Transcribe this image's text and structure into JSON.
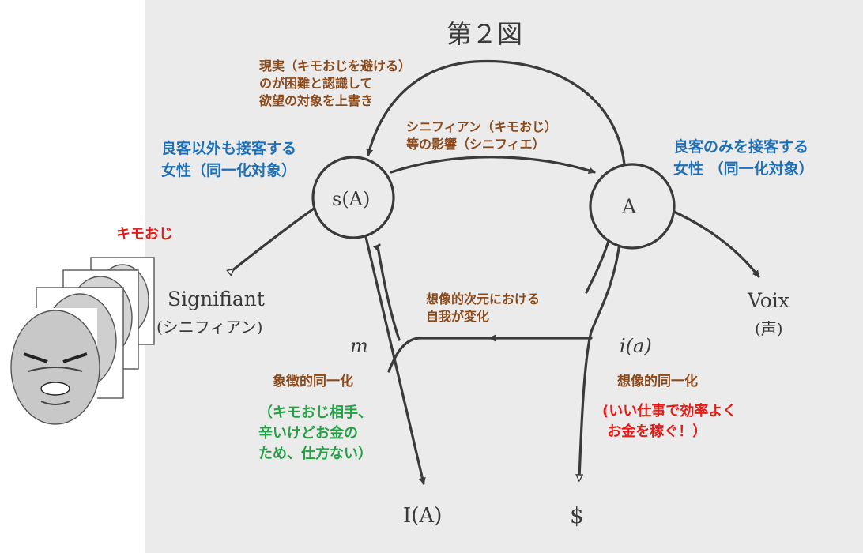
{
  "figure": {
    "title": "第２図",
    "nodes": {
      "sA": "s(A)",
      "A": "A",
      "IA": "I(A)",
      "S_barred": "$"
    },
    "signifiant": {
      "label": "Signifiant",
      "sub": "(シニフィアン)"
    },
    "voix": {
      "label": "Voix",
      "sub": "(声)"
    },
    "m_label": "m",
    "ia_label": "i(a)"
  },
  "annotations": {
    "reality": [
      "現実（キモおじを避ける）",
      "のが困難と認識して",
      "欲望の対象を上書き"
    ],
    "signifier_effect": [
      "シニフィアン（キモおじ）",
      "等の影響（シニフィエ）"
    ],
    "left_woman": [
      "良客以外も接客する",
      "女性（同一化対象）"
    ],
    "right_woman": [
      "良客のみを接客する",
      "女性 （同一化対象）"
    ],
    "kimo_oji": "キモおじ",
    "ego_change": [
      "想像的次元における",
      "自我が変化"
    ],
    "symbolic": "象徴的同一化",
    "symbolic_note": [
      "（キモおじ相手、",
      "辛いけどお金の",
      "ため、仕方ない）"
    ],
    "imaginary": "想像的同一化",
    "imaginary_note": [
      "(いい仕事で効率よく",
      " お金を稼ぐ！）"
    ]
  },
  "colors": {
    "brown": "#8a4a1c",
    "blue": "#1f6fb5",
    "red": "#e41b17",
    "green": "#22a145",
    "ink": "#3a3a3a"
  },
  "icons": [
    "face-illustration-icon"
  ]
}
